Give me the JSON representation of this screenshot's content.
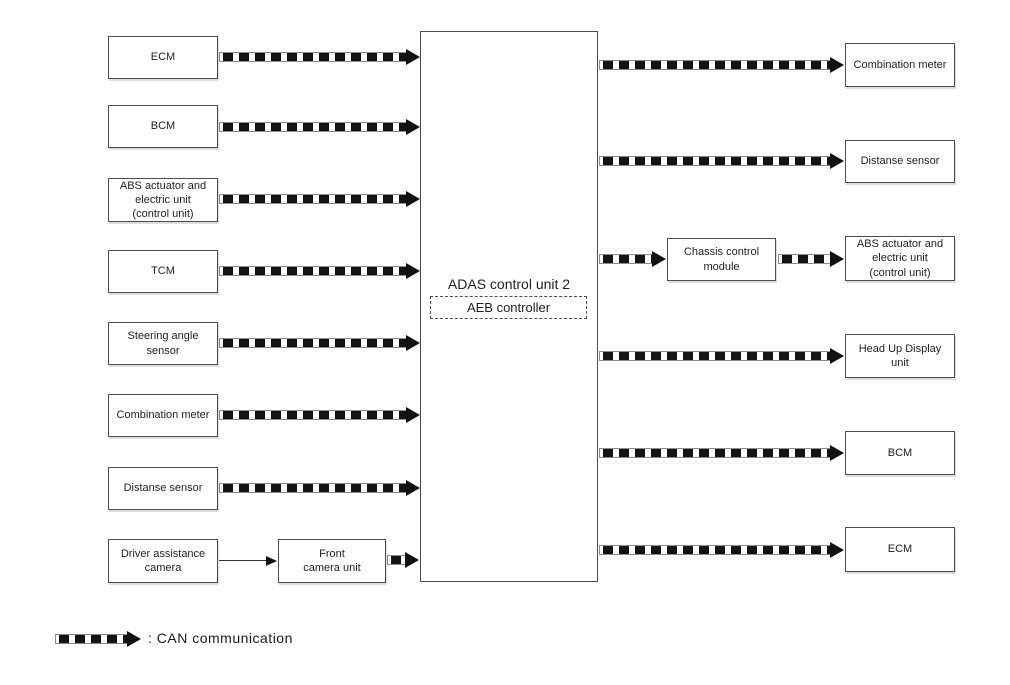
{
  "center_unit": {
    "title": "ADAS control unit 2",
    "subunit": "AEB controller"
  },
  "left_nodes": [
    {
      "label": "ECM"
    },
    {
      "label": "BCM"
    },
    {
      "label": "ABS actuator and\nelectric unit\n(control unit)"
    },
    {
      "label": "TCM"
    },
    {
      "label": "Steering angle\nsensor"
    },
    {
      "label": "Combination meter"
    },
    {
      "label": "Distanse sensor"
    },
    {
      "label": "Driver assistance\ncamera"
    }
  ],
  "intermediate_nodes": {
    "front_camera": {
      "label": "Front\ncamera unit"
    },
    "chassis": {
      "label": "Chassis control\nmodule"
    }
  },
  "right_nodes": [
    {
      "label": "Combination meter"
    },
    {
      "label": "Distanse sensor"
    },
    {
      "label": "ABS actuator and\nelectric unit\n(control unit)"
    },
    {
      "label": "Head Up Display\nunit"
    },
    {
      "label": "BCM"
    },
    {
      "label": "ECM"
    }
  ],
  "legend": {
    "label": ": CAN communication",
    "arrow_meaning": "can-communication-arrow"
  },
  "colors": {
    "box_border": "#4d4d4d",
    "dash": "#141414",
    "arrow_outline": "#8c8c8c",
    "text": "#1f1f1f",
    "background": "#ffffff"
  }
}
